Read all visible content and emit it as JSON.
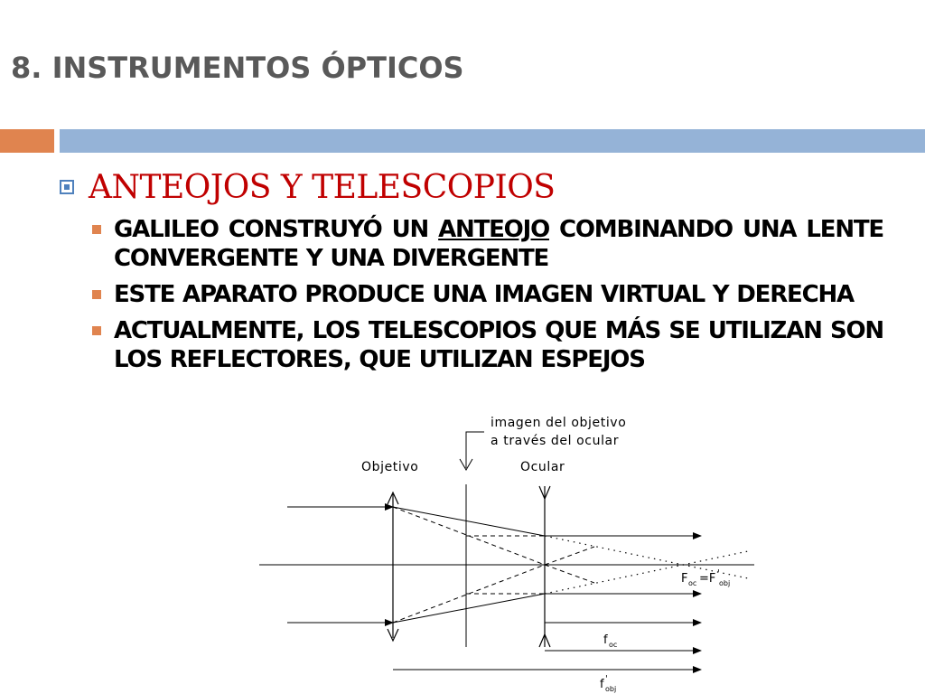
{
  "slide": {
    "title": "8. INSTRUMENTOS ÓPTICOS",
    "heading": "ANTEOJOS Y TELESCOPIOS",
    "bullets": [
      {
        "before": "GALILEO CONSTRUYÓ UN ",
        "underlined": "ANTEOJO",
        "after": " COMBINANDO UNA LENTE CONVERGENTE Y UNA DIVERGENTE"
      },
      {
        "before": "ESTE APARATO PRODUCE UNA IMAGEN VIRTUAL Y DERECHA",
        "underlined": "",
        "after": ""
      },
      {
        "before": "ACTUALMENTE, LOS TELESCOPIOS QUE MÁS SE UTILIZAN SON LOS REFLECTORES, QUE UTILIZAN ESPEJOS",
        "underlined": "",
        "after": ""
      }
    ]
  },
  "diagram": {
    "label_image_line1": "imagen del objetivo",
    "label_image_line2": "a través del ocular",
    "label_objective": "Objetivo",
    "label_eyepiece": "Ocular",
    "label_focal_equation_left": "F",
    "label_focal_equation_left_sub": "oc",
    "label_focal_equation_mid": "=F",
    "label_focal_equation_mid_sup": "'",
    "label_focal_equation_right_sub": "obj",
    "label_f_eyepiece": "f",
    "label_f_eyepiece_sub": "oc",
    "label_f_objective": "f",
    "label_f_objective_sup": "'",
    "label_f_objective_sub": "obj"
  },
  "colors": {
    "title": "#595959",
    "heading": "#c00000",
    "accent_orange": "#e0844f",
    "accent_blue": "#95b3d7",
    "bullet_marker": "#e0844f",
    "heading_marker": "#4f81bd"
  }
}
